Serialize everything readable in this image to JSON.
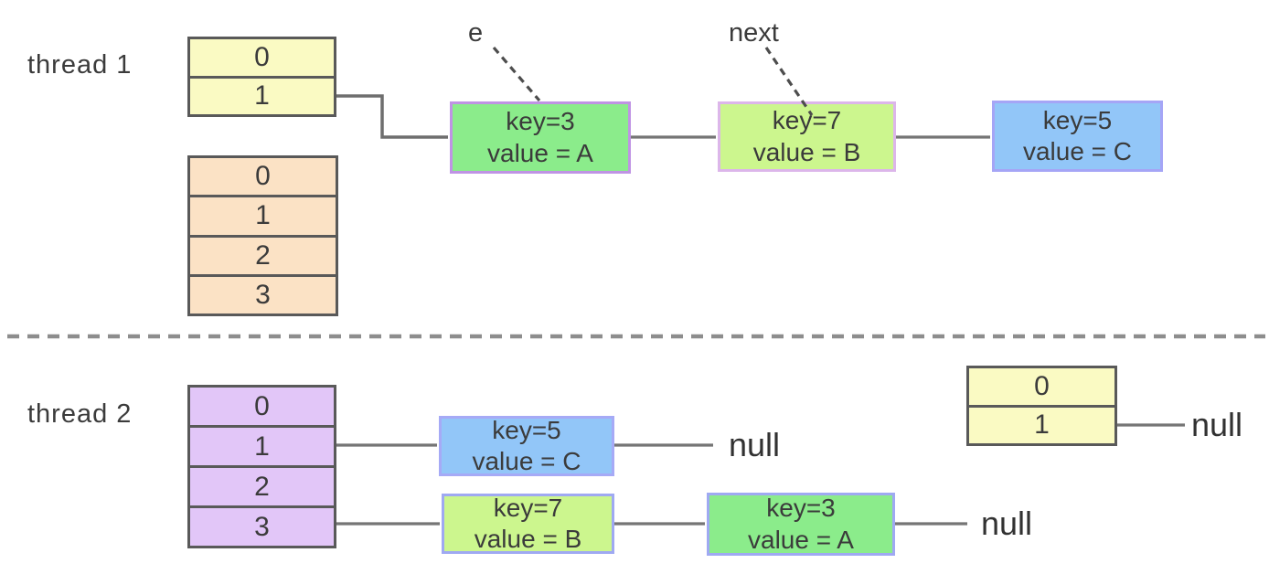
{
  "thread1": {
    "label": "thread 1",
    "bucket_table": {
      "rows": [
        "0",
        "1"
      ],
      "fill": "#fafac3"
    },
    "resize_table": {
      "rows": [
        "0",
        "1",
        "2",
        "3"
      ],
      "fill": "#fbe2c5"
    },
    "pointer_e": "e",
    "pointer_next": "next",
    "nodes": [
      {
        "key": "key=3",
        "value": "value = A",
        "fill": "#8bec8b",
        "border": "#bf93e4"
      },
      {
        "key": "key=7",
        "value": "value = B",
        "fill": "#ccf68e",
        "border": "#dcb6ea"
      },
      {
        "key": "key=5",
        "value": "value = C",
        "fill": "#92c6f8",
        "border": "#a5a5f6"
      }
    ]
  },
  "thread2": {
    "label": "thread 2",
    "bucket_table": {
      "rows": [
        "0",
        "1",
        "2",
        "3"
      ],
      "fill": "#e2c6f8"
    },
    "chain1": {
      "nodes": [
        {
          "key": "key=5",
          "value": "value = C",
          "fill": "#92c6f8",
          "border": "#a6aaf6"
        }
      ],
      "terminal": "null"
    },
    "chain3": {
      "nodes": [
        {
          "key": "key=7",
          "value": "value = B",
          "fill": "#ccf68e",
          "border": "#9fa9f2"
        },
        {
          "key": "key=3",
          "value": "value = A",
          "fill": "#8bec8b",
          "border": "#9fa9f2"
        }
      ],
      "terminal": "null"
    },
    "new_table": {
      "rows": [
        "0",
        "1"
      ],
      "fill": "#fafac3"
    },
    "new_table_terminal": "null"
  },
  "colors": {
    "table_border": "#595959",
    "arrow_line": "#757575",
    "arrow_head": "#383838",
    "divider": "#8d8d8d",
    "text": "#3b3b3b",
    "background": "#ffffff"
  }
}
